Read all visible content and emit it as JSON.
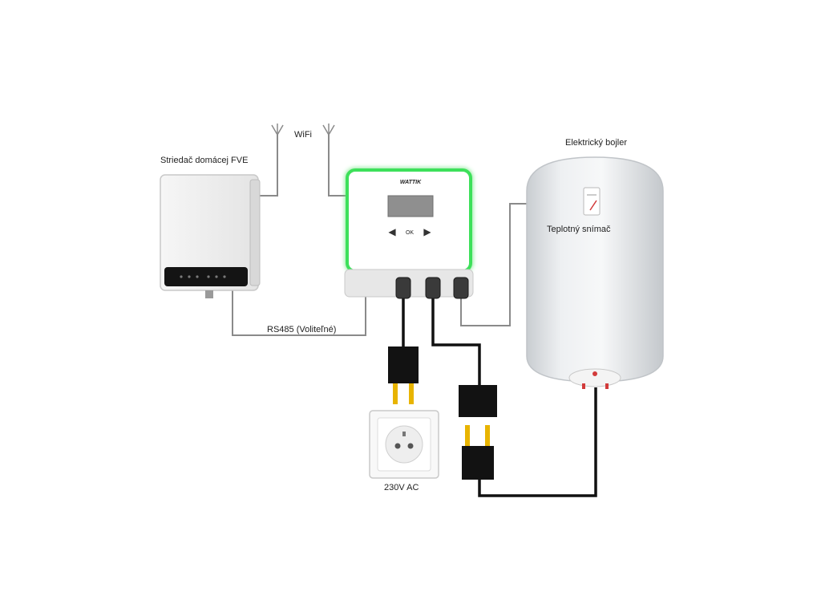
{
  "labels": {
    "inverter": "Striedač domácej FVE",
    "wifi": "WiFi",
    "boiler": "Elektrický bojler",
    "sensor": "Teplotný snímač",
    "rs485": "RS485 (Voliteľné)",
    "socket": "230V AC",
    "controller_brand": "WATTIK",
    "controller_ok": "OK"
  },
  "colors": {
    "controller_glow": "#3ee05a",
    "cable": "#111111",
    "signal_line": "#8a8a8a",
    "plug_pin": "#e8b400",
    "boiler_body": "#e9ebed"
  }
}
